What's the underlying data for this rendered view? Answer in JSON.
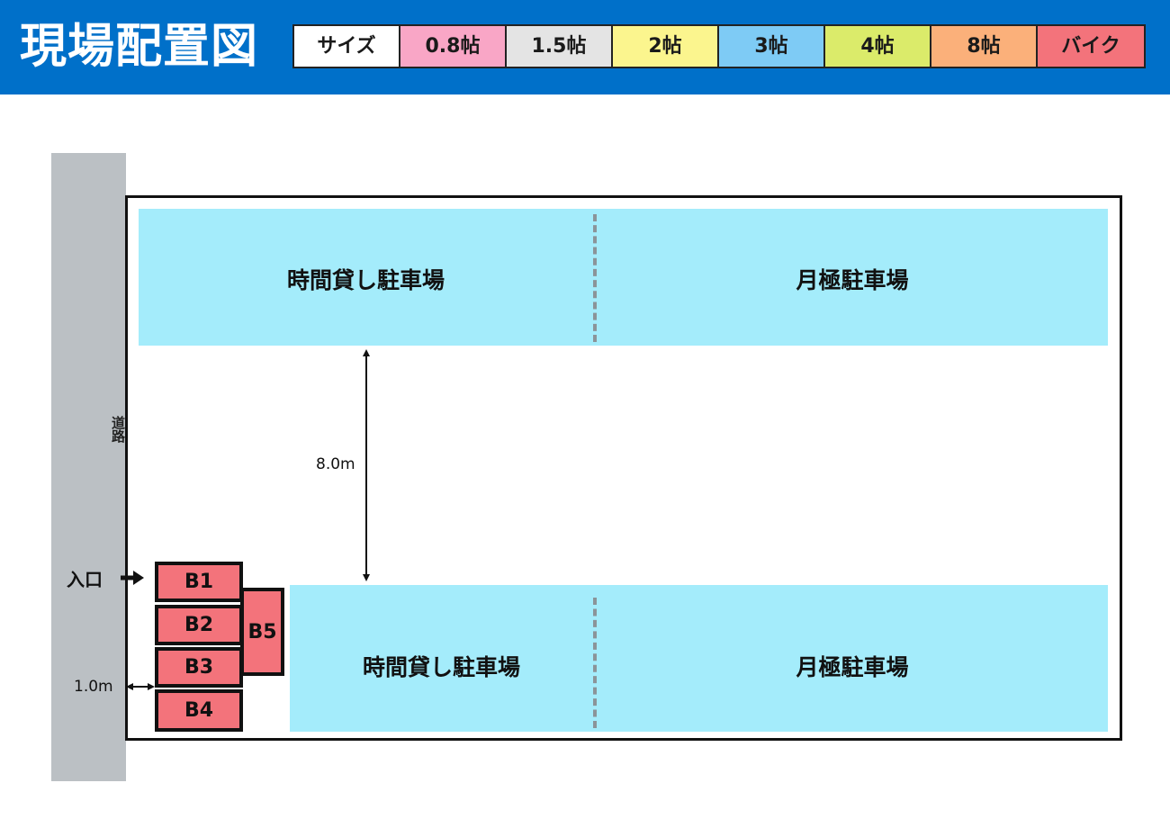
{
  "header": {
    "title": "現場配置図",
    "background_color": "#0070c9"
  },
  "legend": [
    {
      "label": "サイズ",
      "color": "#ffffff"
    },
    {
      "label": "0.8帖",
      "color": "#f9a6c6"
    },
    {
      "label": "1.5帖",
      "color": "#e4e4e4"
    },
    {
      "label": "2帖",
      "color": "#fbf58e"
    },
    {
      "label": "3帖",
      "color": "#7ecbf5"
    },
    {
      "label": "4帖",
      "color": "#dbeb6a"
    },
    {
      "label": "8帖",
      "color": "#fbb07a"
    },
    {
      "label": "バイク",
      "color": "#f3737b"
    }
  ],
  "site": {
    "road_label": "道路",
    "entrance_label": "入口",
    "parking_top": {
      "left_label": "時間貸し駐車場",
      "right_label": "月極駐車場"
    },
    "parking_bottom": {
      "left_label": "時間貸し駐車場",
      "right_label": "月極駐車場"
    },
    "bike_units": [
      "B1",
      "B2",
      "B3",
      "B4",
      "B5"
    ],
    "aisle_dimension": "8.0m",
    "road_gap_dimension": "1.0m",
    "colors": {
      "road": "#bbc0c4",
      "parking": "#a4ecfb",
      "bike": "#f3737b"
    }
  }
}
